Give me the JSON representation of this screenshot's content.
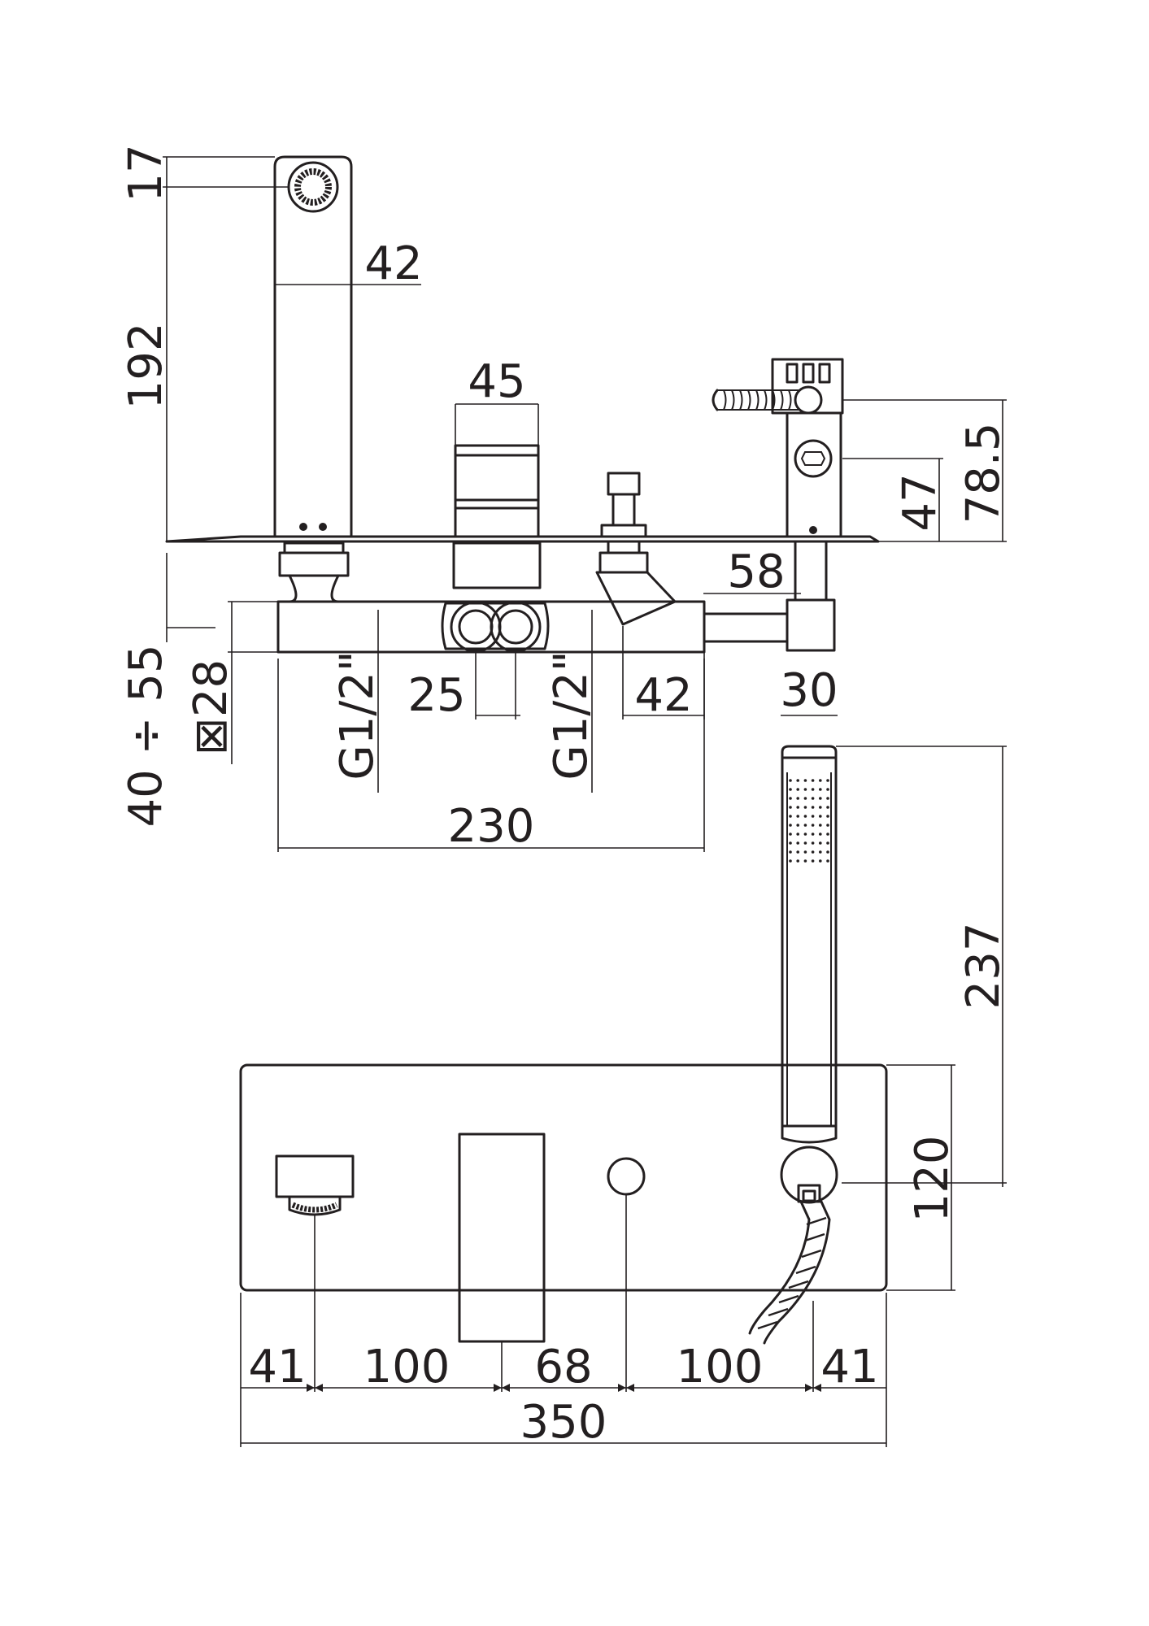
{
  "dimensions": {
    "spout_offset": "17",
    "spout_width": "42",
    "spout_height": "192",
    "mixer_width": "45",
    "holder_height": "78.5",
    "holder_offset": "47",
    "holder_depth": "58",
    "wall_thickness": "40 ÷ 55",
    "square_section": "⊠28",
    "thread_left": "G1/2\"",
    "thread_right": "G1/2\"",
    "inlet_spacing": "25",
    "outlet_offset": "42",
    "handshower_width": "30",
    "body_length": "230",
    "handshower_length": "237",
    "plate_height": "120",
    "spacing_a": "41",
    "spacing_b": "100",
    "spacing_c": "68",
    "spacing_d": "100",
    "spacing_e": "41",
    "plate_width": "350"
  }
}
